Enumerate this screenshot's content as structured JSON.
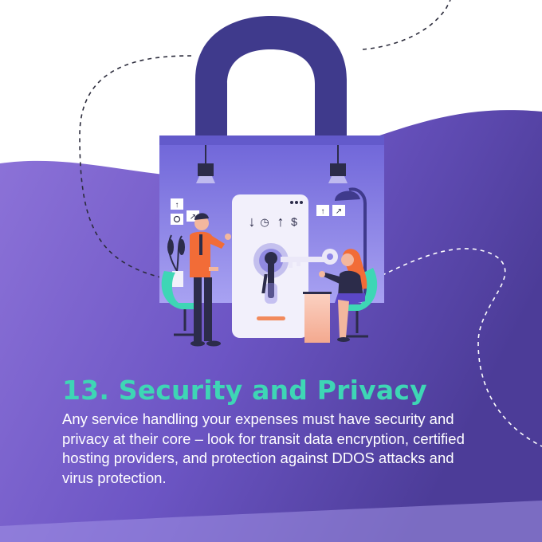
{
  "heading": "13. Security and Privacy",
  "body": "Any service handling your expenses must have security and privacy at their core – look for transit data encryption, certified hosting providers, and protection against DDOS attacks and virus protection.",
  "panel_symbols": [
    "↓",
    "◷",
    "↑",
    "$"
  ],
  "colors": {
    "wave_dark": "#5b47b0",
    "wave_light": "#8c73d8",
    "heading": "#3ed6b5",
    "lock_shackle": "#3f3a8c",
    "lock_body": "#8e86e8"
  },
  "icons": [
    "padlock-illustration",
    "key-icon",
    "keyhole-icon",
    "ceiling-lamp-icon",
    "floor-lamp-icon",
    "plant-icon",
    "laptop-icon",
    "chair-icon"
  ]
}
